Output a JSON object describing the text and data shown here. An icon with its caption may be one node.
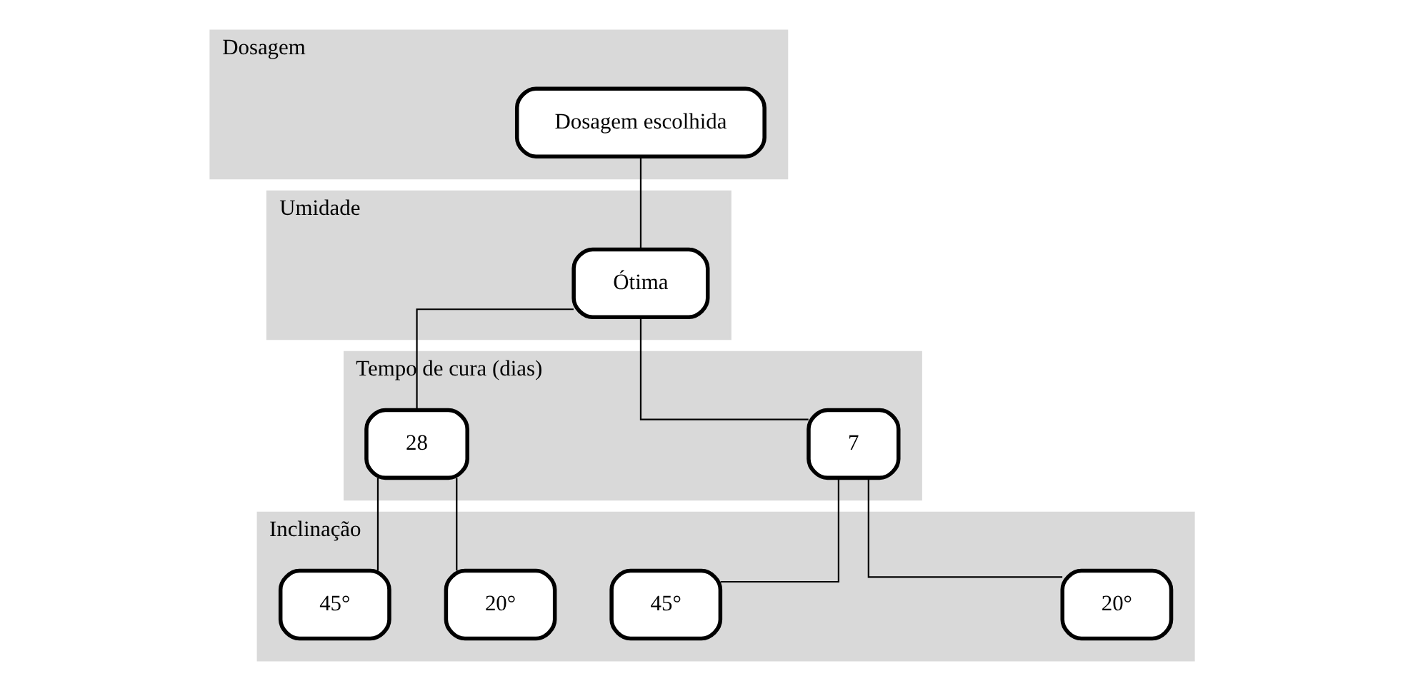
{
  "diagram": {
    "nodes": [
      {
        "text": [
          "Dosagem"
        ]
      },
      {
        "text": [
          "Dosagem escolhida"
        ],
        "in": 0
      },
      {
        "text": [
          "Umidade"
        ]
      },
      {
        "text": [
          "Ótima"
        ],
        "in": 2
      },
      {
        "text": [
          "Tempo de cura (dias)"
        ]
      },
      {
        "text": [
          "7"
        ],
        "in": 4
      },
      {
        "text": [
          "28"
        ],
        "in": 4
      },
      {
        "text": [
          "Inclinação"
        ]
      },
      {
        "text": [
          "20°"
        ],
        "in": 7
      },
      {
        "text": [
          "45°"
        ],
        "in": 7
      },
      {
        "text": [
          "20°"
        ],
        "in": 7
      },
      {
        "text": [
          "45°"
        ],
        "in": 7
      }
    ],
    "edges": [
      {
        "from": 1,
        "to": 3,
        "arrow": "none"
      },
      {
        "from": 3,
        "to": 5,
        "arrow": "none"
      },
      {
        "from": 3,
        "to": 6,
        "arrow": "none"
      },
      {
        "from": 5,
        "to": 8,
        "arrow": "none"
      },
      {
        "from": 5,
        "to": 9,
        "arrow": "none"
      },
      {
        "from": 6,
        "to": 10,
        "arrow": "none"
      },
      {
        "from": 6,
        "to": 11,
        "arrow": "none"
      }
    ]
  }
}
